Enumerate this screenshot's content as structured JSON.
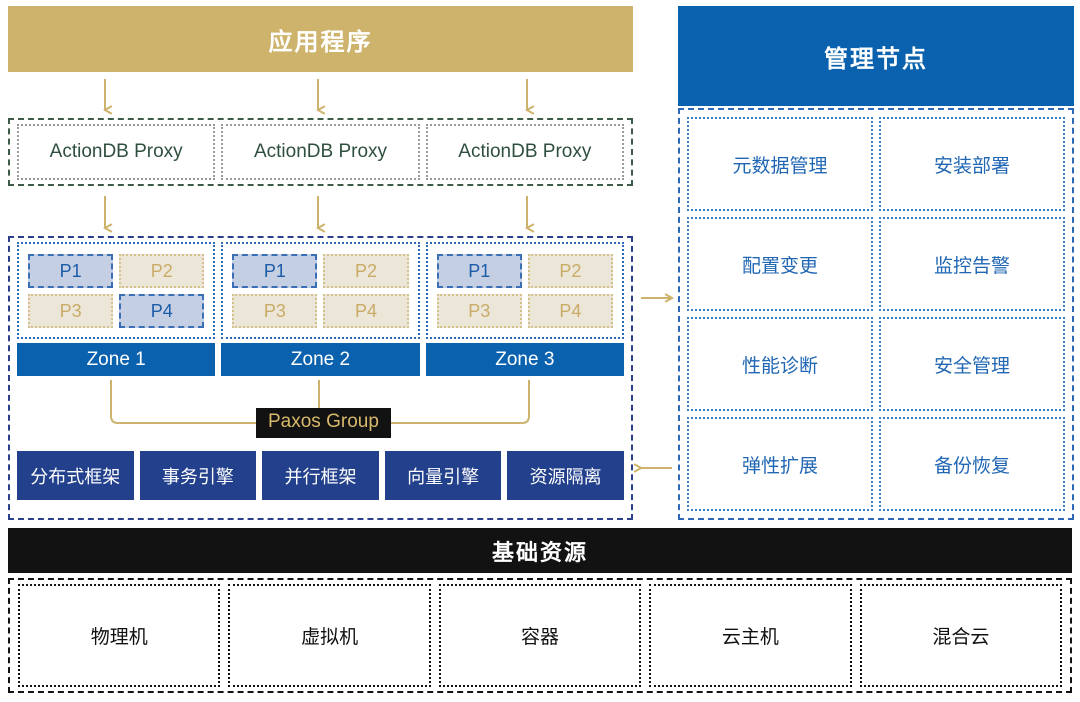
{
  "app_layer": {
    "title": "应用程序",
    "bg_color": "#cdb36b"
  },
  "proxy_layer": {
    "items": [
      {
        "label": "ActionDB Proxy"
      },
      {
        "label": "ActionDB Proxy"
      },
      {
        "label": "ActionDB Proxy"
      }
    ],
    "text_color": "#2f4f3e"
  },
  "core_layer": {
    "zones": [
      {
        "name": "Zone 1",
        "partitions": [
          {
            "label": "P1",
            "state": "active"
          },
          {
            "label": "P2",
            "state": "idle"
          },
          {
            "label": "P3",
            "state": "idle"
          },
          {
            "label": "P4",
            "state": "active"
          }
        ]
      },
      {
        "name": "Zone 2",
        "partitions": [
          {
            "label": "P1",
            "state": "active"
          },
          {
            "label": "P2",
            "state": "idle"
          },
          {
            "label": "P3",
            "state": "idle"
          },
          {
            "label": "P4",
            "state": "idle"
          }
        ]
      },
      {
        "name": "Zone 3",
        "partitions": [
          {
            "label": "P1",
            "state": "active"
          },
          {
            "label": "P2",
            "state": "idle"
          },
          {
            "label": "P3",
            "state": "idle"
          },
          {
            "label": "P4",
            "state": "idle"
          }
        ]
      }
    ],
    "paxos_label": "Paxos Group",
    "zone_bar_color": "#0a62ae",
    "active_fill": "#c5cfe3",
    "idle_fill": "#ece6d8"
  },
  "framework_layer": {
    "items": [
      {
        "label": "分布式框架"
      },
      {
        "label": "事务引擎"
      },
      {
        "label": "并行框架"
      },
      {
        "label": "向量引擎"
      },
      {
        "label": "资源隔离"
      }
    ],
    "bg_color": "#22408c"
  },
  "management_panel": {
    "title": "管理节点",
    "header_color": "#0a62ae",
    "items": [
      {
        "label": "元数据管理"
      },
      {
        "label": "安装部署"
      },
      {
        "label": "配置变更"
      },
      {
        "label": "监控告警"
      },
      {
        "label": "性能诊断"
      },
      {
        "label": "安全管理"
      },
      {
        "label": "弹性扩展"
      },
      {
        "label": "备份恢复"
      }
    ],
    "text_color": "#2167b4"
  },
  "infra_layer": {
    "title": "基础资源",
    "header_color": "#121212",
    "items": [
      {
        "label": "物理机"
      },
      {
        "label": "虚拟机"
      },
      {
        "label": "容器"
      },
      {
        "label": "云主机"
      },
      {
        "label": "混合云"
      }
    ]
  },
  "connectors": {
    "arrow_color": "#cdb36b",
    "down_arrows_app_to_proxy": 3,
    "down_arrows_proxy_to_core": 3,
    "arrow_right_to_management": true,
    "arrow_left_from_management": true
  }
}
